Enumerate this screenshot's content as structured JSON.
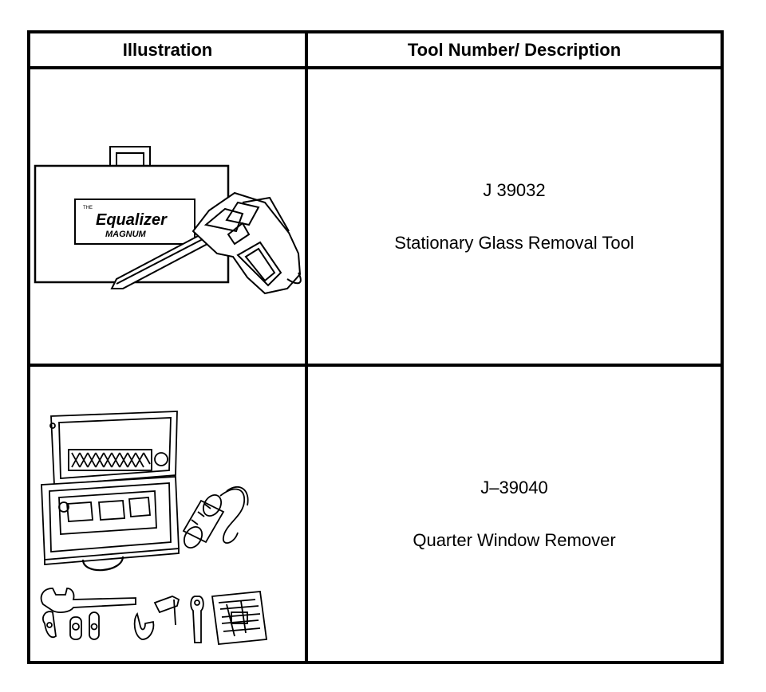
{
  "table": {
    "headers": {
      "illustration": "Illustration",
      "description": "Tool Number/ Description"
    },
    "rows": [
      {
        "tool_number": "J 39032",
        "description": "Stationary Glass Removal Tool",
        "illustration_icon": "equalizer-magnum-tool-illustration",
        "illustration_text": {
          "brand_small": "THE",
          "brand": "Equalizer",
          "model": "MAGNUM"
        }
      },
      {
        "tool_number": "J–39040",
        "description": "Quarter Window Remover",
        "illustration_icon": "quarter-window-remover-kit-illustration"
      }
    ]
  }
}
